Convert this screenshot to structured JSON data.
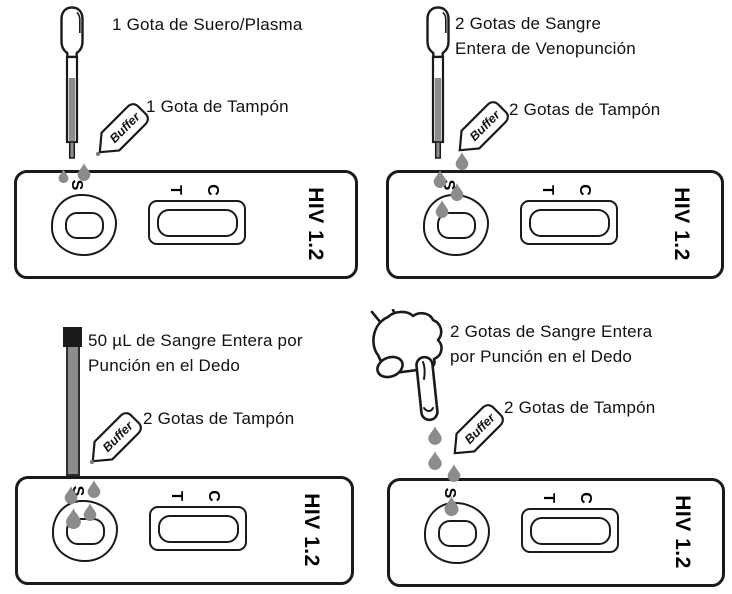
{
  "diagram": {
    "colors": {
      "ink": "#1a1a1a",
      "liquid": "#8c8c8c"
    },
    "bottle_label": "Buffer",
    "cassette": {
      "sample_port": "S",
      "test_mark": "T",
      "control_mark": "C",
      "device_name": "HIV 1.2"
    },
    "panels": [
      {
        "applicator": "dropper",
        "sample_label": "1 Gota de Suero/Plasma",
        "buffer_label": "1 Gota de Tampón"
      },
      {
        "applicator": "dropper",
        "sample_label": "2 Gotas de Sangre\nEntera de Venopunción",
        "buffer_label": "2 Gotas de Tampón"
      },
      {
        "applicator": "capillary-tube",
        "sample_label": "50 µL de Sangre Entera por\nPunción en el Dedo",
        "buffer_label": "2 Gotas de Tampón"
      },
      {
        "applicator": "finger-prick",
        "sample_label": "2 Gotas de Sangre Entera\npor Punción en el Dedo",
        "buffer_label": "2 Gotas de Tampón"
      }
    ]
  }
}
